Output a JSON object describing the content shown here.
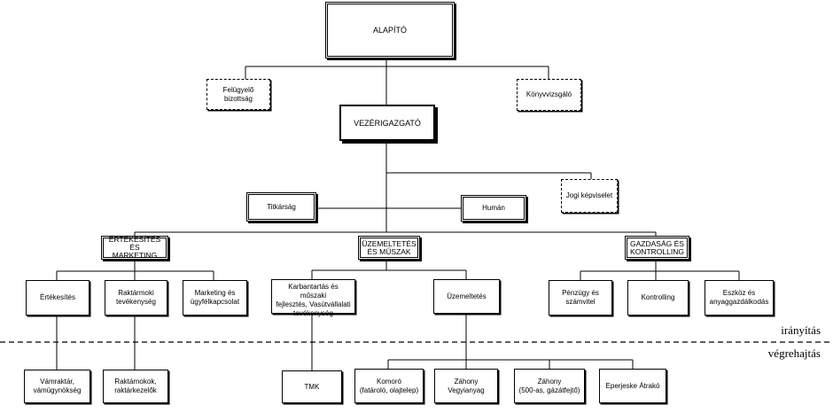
{
  "root": "ALAPÍTÓ",
  "supervisory_board": "Felügyelő\nbizottság",
  "auditor": "Könyvvizsgáló",
  "ceo": "VEZÉRIGAZGATÓ",
  "secretariat": "Titkárság",
  "hr": "Humán",
  "legal": "Jogi képviselet",
  "divisions": {
    "sales": "ÉRTÉKESÍTÉS\nÉS MARKETING",
    "operations": "ÜZEMELTETÉS\nÉS MŰSZAK",
    "finance": "GAZDASÁG ÉS\nKONTROLLING"
  },
  "units": {
    "sales": "Értékesítés",
    "warehouse": "Raktármoki\ntevékenység",
    "marketing": "Marketing és\nügyfélkapcsolat",
    "maintenance": "Karbantartás és műszaki\nfejlesztés, Vasútvállalati\ntevékenység",
    "operation": "Üzemeltetés",
    "finance_accounting": "Pénzügy és\nszámvitel",
    "controlling": "Kontrolling",
    "assets": "Eszköz és\nanyaggazdálkodás"
  },
  "execution": {
    "customs": "Vámraktár,\nvámügynökség",
    "storekeepers": "Raktárnokok,\nraktárkezelők",
    "tmk": "TMK",
    "komoro": "Komoró\n(fatároló, olajtelep)",
    "zahony_chem": "Záhony\nVegyianyag",
    "zahony_500": "Záhony\n(500-as, gázátfejtő)",
    "eperjeske": "Eperjeske Átrakó"
  },
  "zones": {
    "top": "irányítás",
    "bottom": "végrehajtás"
  }
}
